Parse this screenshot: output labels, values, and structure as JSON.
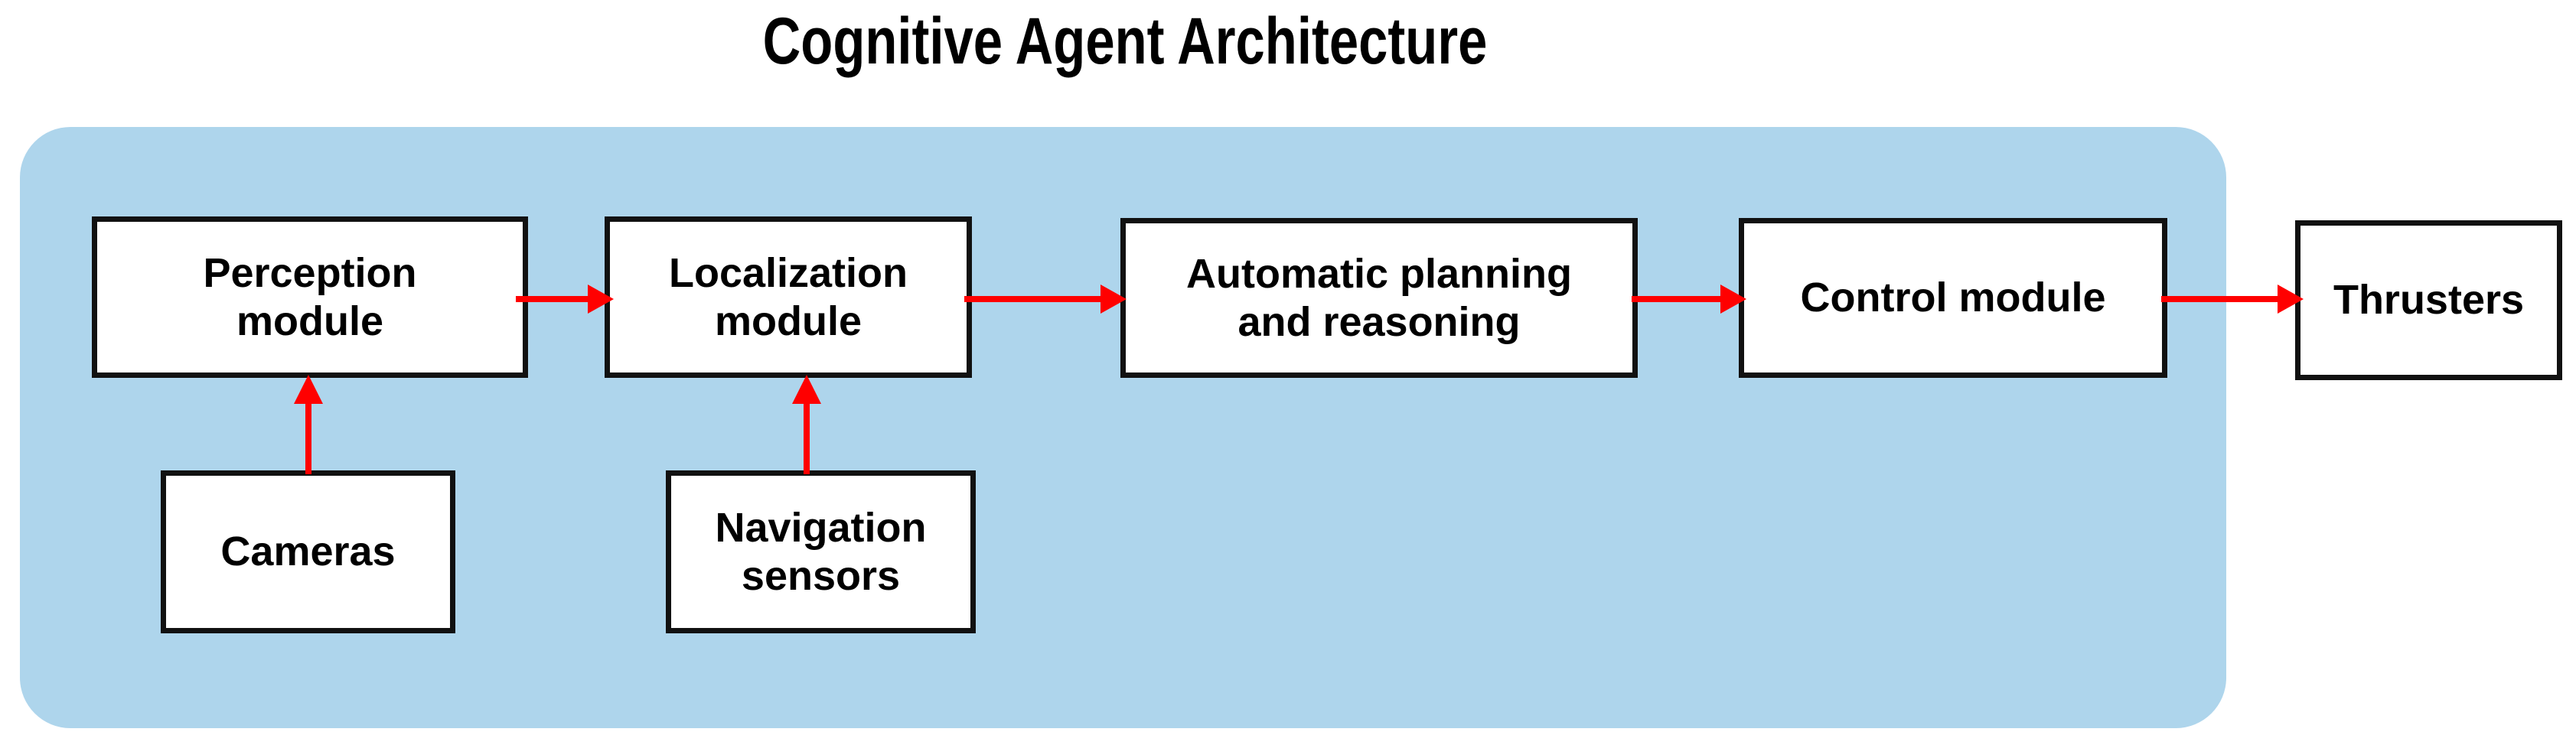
{
  "title": "Cognitive Agent Architecture",
  "colors": {
    "panel_background": "#AED5EC",
    "arrow": "#FF0000",
    "box_border": "#111111",
    "box_fill": "#FFFFFF",
    "text": "#000000",
    "page_background": "#FFFFFF"
  },
  "panel": {
    "name": "cognitive-agent-container"
  },
  "nodes": {
    "perception": {
      "label": "Perception\nmodule"
    },
    "localization": {
      "label": "Localization\nmodule"
    },
    "planning": {
      "label": "Automatic planning\nand reasoning"
    },
    "control": {
      "label": "Control module"
    },
    "thrusters": {
      "label": "Thrusters"
    },
    "cameras": {
      "label": "Cameras"
    },
    "nav_sensors": {
      "label": "Navigation\nsensors"
    }
  },
  "edges": [
    {
      "from": "perception",
      "to": "localization",
      "direction": "right"
    },
    {
      "from": "localization",
      "to": "planning",
      "direction": "right"
    },
    {
      "from": "planning",
      "to": "control",
      "direction": "right"
    },
    {
      "from": "control",
      "to": "thrusters",
      "direction": "right"
    },
    {
      "from": "cameras",
      "to": "perception",
      "direction": "up"
    },
    {
      "from": "nav_sensors",
      "to": "localization",
      "direction": "up"
    }
  ]
}
